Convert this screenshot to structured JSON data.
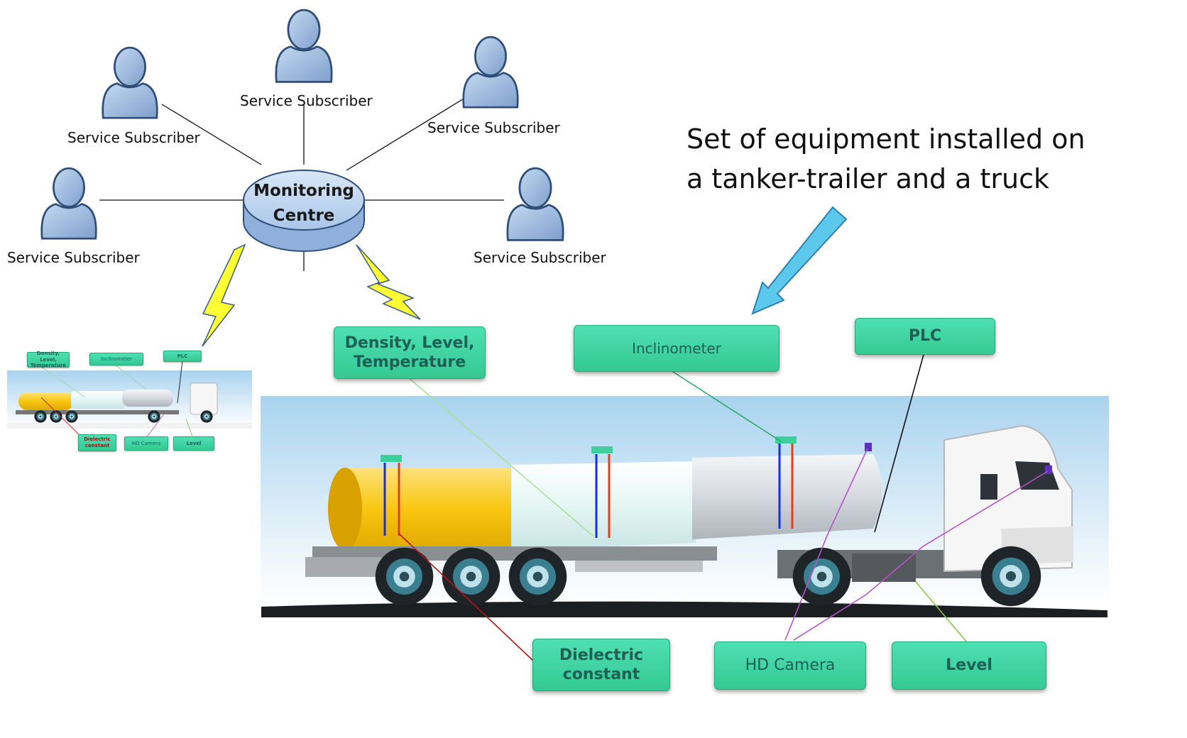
{
  "hub": {
    "line1": "Monitoring",
    "line2": "Centre"
  },
  "subscribers": [
    {
      "label": "Service Subscriber"
    },
    {
      "label": "Service Subscriber"
    },
    {
      "label": "Service Subscriber"
    },
    {
      "label": "Service Subscriber"
    },
    {
      "label": "Service Subscriber"
    }
  ],
  "callout": {
    "line1": "Set of equipment installed on",
    "line2": "a tanker-trailer and a truck"
  },
  "equipment_tags": {
    "density": "Density, Level, Temperature",
    "inclinometer": "Inclinometer",
    "plc": "PLC",
    "dielectric": "Dielectric constant",
    "camera": "HD Camera",
    "level": "Level"
  },
  "colors": {
    "person_fill": "#a8c4e6",
    "person_stroke": "#2e4e78",
    "hub_fill": "#bcd4ef",
    "lightning_fill": "#ffff33",
    "arrow_fill": "#5bc8ec",
    "tag_fill": "#40d6a2",
    "tank_yellow": "#f8c611",
    "tank_pale": "#e5f7f5",
    "tank_silver": "#d9dde2"
  }
}
